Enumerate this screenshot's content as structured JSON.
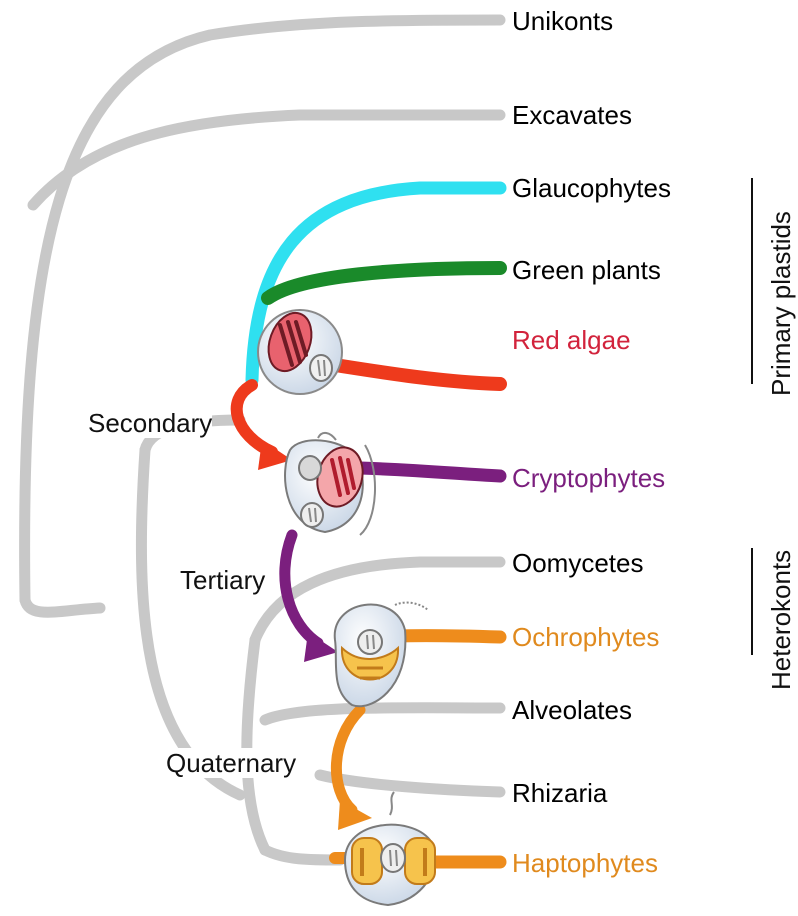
{
  "taxa": {
    "unikonts": {
      "label": "Unikonts",
      "color": "#111111"
    },
    "excavates": {
      "label": "Excavates",
      "color": "#111111"
    },
    "glaucophytes": {
      "label": "Glaucophytes",
      "color": "#111111"
    },
    "green_plants": {
      "label": "Green plants",
      "color": "#111111"
    },
    "red_algae": {
      "label": "Red algae",
      "color": "#d2233c"
    },
    "cryptophytes": {
      "label": "Cryptophytes",
      "color": "#7b1f7e"
    },
    "oomycetes": {
      "label": "Oomycetes",
      "color": "#111111"
    },
    "ochrophytes": {
      "label": "Ochrophytes",
      "color": "#e08a1e"
    },
    "alveolates": {
      "label": "Alveolates",
      "color": "#111111"
    },
    "rhizaria": {
      "label": "Rhizaria",
      "color": "#111111"
    },
    "haptophytes": {
      "label": "Haptophytes",
      "color": "#e08a1e"
    }
  },
  "endosymbiosis_events": {
    "secondary": "Secondary",
    "tertiary": "Tertiary",
    "quaternary": "Quaternary"
  },
  "brackets": {
    "primary_plastids": "Primary plastids",
    "heterokonts": "Heterokonts"
  },
  "colors": {
    "tree_gray": "#c8c8c8",
    "glaucophyte_cyan": "#2fe0f0",
    "green_plant_green": "#1a8a2a",
    "red_algae_red": "#ee3a1c",
    "cryptophyte_purple": "#7b1f7e",
    "ochrophyte_orange": "#ee8c1c"
  }
}
